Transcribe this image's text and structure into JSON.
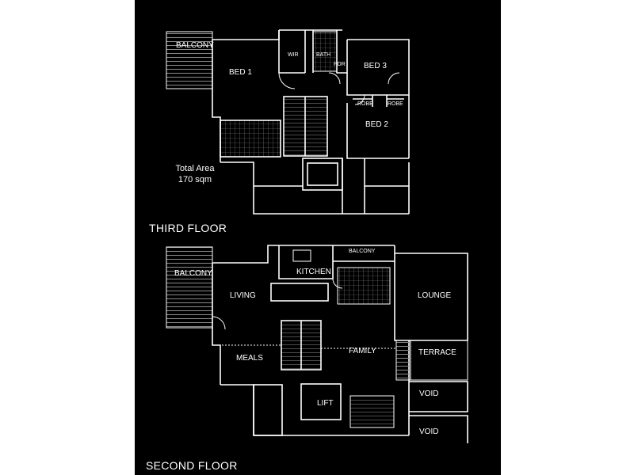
{
  "colors": {
    "background": "#000000",
    "linework": "#ffffff",
    "hatch": "#9a9a9a"
  },
  "third_floor": {
    "title": "THIRD FLOOR",
    "area_line1": "Total Area",
    "area_line2": "170 sqm",
    "rooms": {
      "balcony": "BALCONY",
      "bed1": "BED 1",
      "wir": "WIR",
      "bath": "BATH",
      "pdr": "PDR",
      "bed3": "BED 3",
      "robe_left": "ROBE",
      "robe_right": "ROBE",
      "bed2": "BED 2"
    }
  },
  "second_floor": {
    "title": "SECOND FLOOR",
    "rooms": {
      "balcony_left": "BALCONY",
      "kitchen": "KITCHEN",
      "balcony_small": "BALCONY",
      "living": "LIVING",
      "lounge": "LOUNGE",
      "family": "FAMILY",
      "terrace": "TERRACE",
      "meals": "MEALS",
      "lift": "LIFT",
      "void_upper": "VOID",
      "void_lower": "VOID"
    }
  }
}
